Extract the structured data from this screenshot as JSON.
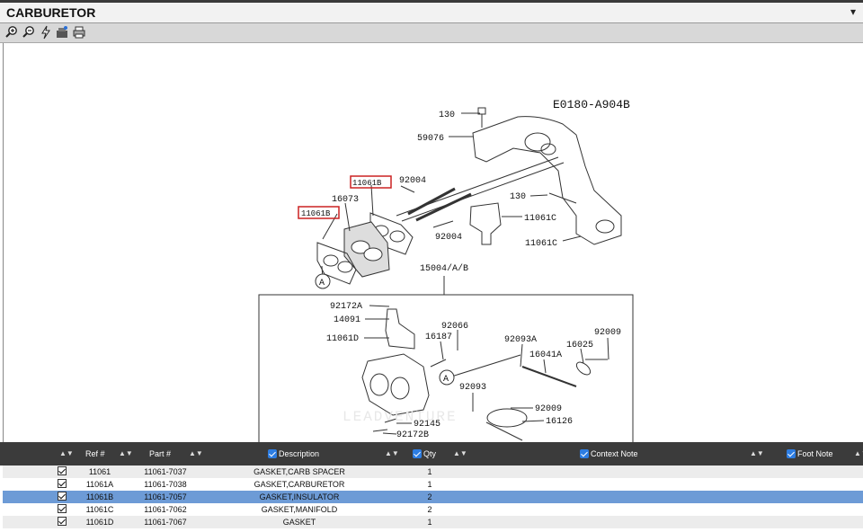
{
  "window": {
    "title": "CARBURETOR",
    "collapse_icon": "chevron-down-icon"
  },
  "toolbar": {
    "buttons": [
      {
        "name": "zoom-in-icon"
      },
      {
        "name": "zoom-out-icon"
      },
      {
        "name": "lightning-icon"
      },
      {
        "name": "settings-icon"
      },
      {
        "name": "print-icon"
      }
    ]
  },
  "diagram": {
    "code": "E0180-A904B",
    "watermark": "LEADVENTURE",
    "callouts": {
      "c130a": "130",
      "c59076": "59076",
      "c11061b_top": "11061B",
      "c92004a": "92004",
      "c16073": "16073",
      "c11061b_left": "11061B",
      "c92004b": "92004",
      "c130b": "130",
      "c11061c_a": "11061C",
      "c11061c_b": "11061C",
      "c15004": "15004/A/B",
      "cA1": "A",
      "cA2": "A",
      "c92172a": "92172A",
      "c14091": "14091",
      "c11061d": "11061D",
      "c16187": "16187",
      "c92066": "92066",
      "c92093a": "92093A",
      "c16025": "16025",
      "c92009a": "92009",
      "c16041a": "16041A",
      "c92093": "92093",
      "c92009b": "92009",
      "c16126": "16126",
      "c92145": "92145",
      "c92172b": "92172B"
    }
  },
  "grid": {
    "headers": {
      "ref": "Ref #",
      "part": "Part #",
      "description": "Description",
      "qty": "Qty",
      "context": "Context Note",
      "foot": "Foot Note"
    },
    "accent": "#6d9bd6",
    "rows": [
      {
        "ref": "11061",
        "part": "11061-7037",
        "description": "GASKET,CARB SPACER",
        "qty": "1"
      },
      {
        "ref": "11061A",
        "part": "11061-7038",
        "description": "GASKET,CARBURETOR",
        "qty": "1"
      },
      {
        "ref": "11061B",
        "part": "11061-7057",
        "description": "GASKET,INSULATOR",
        "qty": "2"
      },
      {
        "ref": "11061C",
        "part": "11061-7062",
        "description": "GASKET,MANIFOLD",
        "qty": "2"
      },
      {
        "ref": "11061D",
        "part": "11061-7067",
        "description": "GASKET",
        "qty": "1"
      }
    ]
  }
}
